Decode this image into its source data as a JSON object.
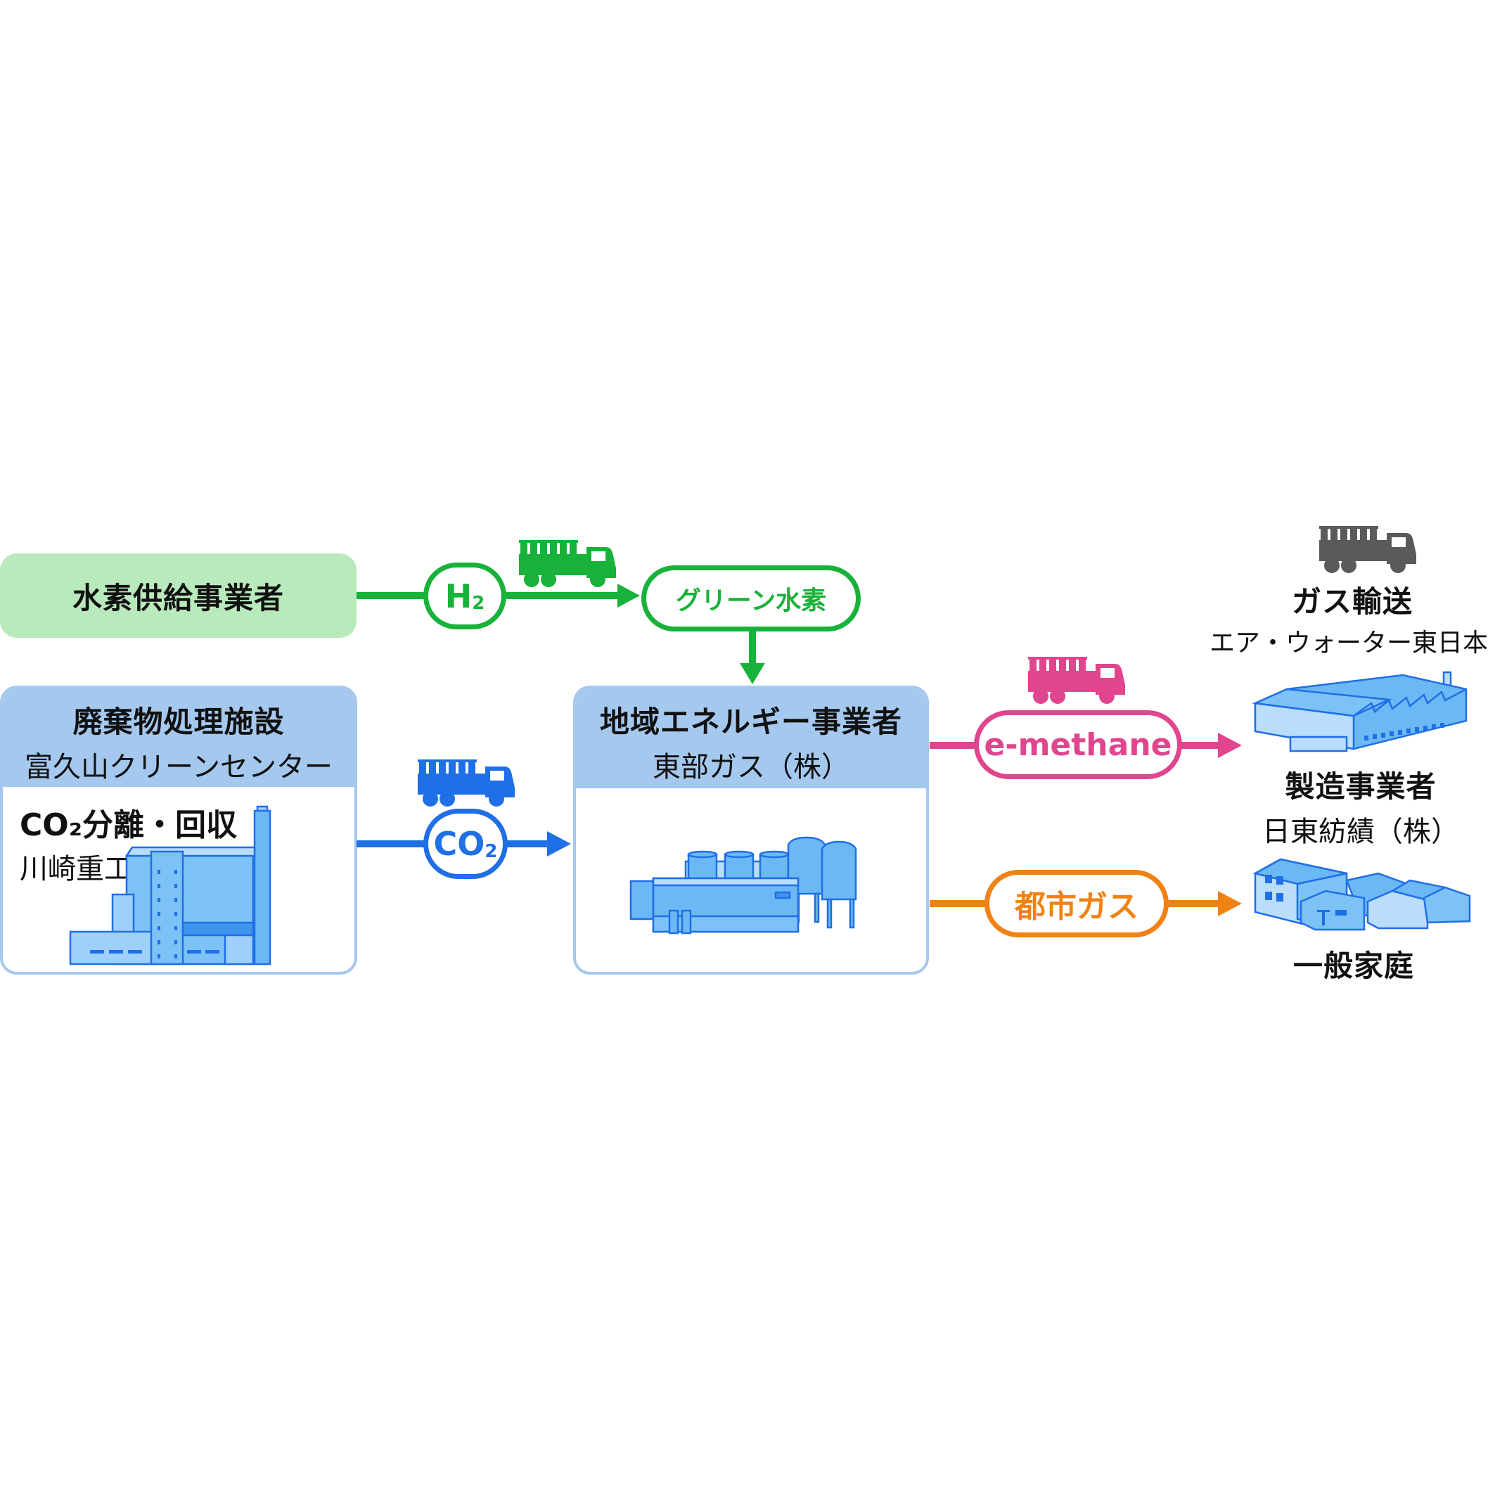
{
  "colors": {
    "hydrogen": "#18b23a",
    "co2": "#1f6fe6",
    "e_methane": "#e0458e",
    "city_gas": "#f08214",
    "transport": "#5a5a5a",
    "panel_header": "#a5c8ef",
    "supplier_box": "#b9eabc",
    "illustration": "#6bb8f5"
  },
  "hydrogen_supplier": {
    "label": "水素供給事業者"
  },
  "waste_facility": {
    "title": "廃棄物処理施設",
    "name": "富久山クリーンセンター",
    "process_title": "CO₂分離・回収",
    "process_company": "川崎重工業（株）",
    "illustration_icon": "incineration-plant-icon"
  },
  "energy_operator": {
    "title": "地域エネルギー事業者",
    "name": "東部ガス（株）",
    "illustration_icon": "methanation-plant-icon"
  },
  "flows": {
    "h2": {
      "label_main": "H",
      "label_sub": "2",
      "vehicle_icon": "truck-icon"
    },
    "green_hydrogen": {
      "label": "グリーン水素"
    },
    "co2": {
      "label_main": "CO",
      "label_sub": "2",
      "vehicle_icon": "truck-icon"
    },
    "e_methane": {
      "label": "e-methane",
      "vehicle_icon": "truck-icon"
    },
    "city_gas": {
      "label": "都市ガス"
    }
  },
  "gas_transport": {
    "title": "ガス輸送",
    "company": "エア・ウォーター東日本（株）",
    "vehicle_icon": "truck-icon"
  },
  "manufacturer": {
    "title": "製造事業者",
    "company": "日東紡績（株）",
    "icon": "factory-icon"
  },
  "households": {
    "title": "一般家庭",
    "icon": "houses-icon"
  }
}
